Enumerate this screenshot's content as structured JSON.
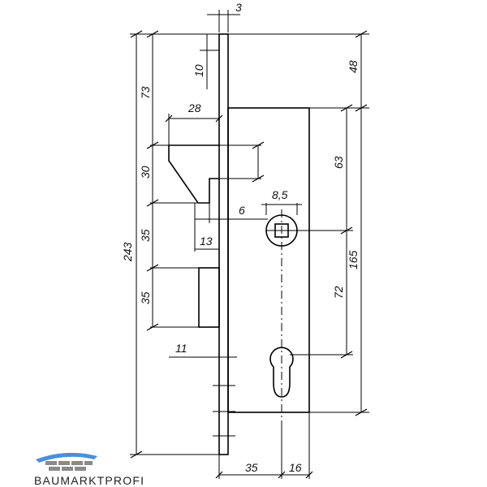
{
  "dimensions": {
    "d3": "3",
    "d10": "10",
    "d48": "48",
    "d73": "73",
    "d28": "28",
    "d63": "63",
    "d30": "30",
    "d8_5": "8,5",
    "d6": "6",
    "d35a": "35",
    "d13": "13",
    "d243": "243",
    "d165": "165",
    "d35b": "35",
    "d72": "72",
    "d11": "11",
    "d35c": "35",
    "d16": "16"
  },
  "logo": {
    "text": "BAUMARKTPROFI",
    "colors": {
      "blue": "#4a90d9",
      "gray": "#8a8a8a"
    }
  },
  "colors": {
    "line": "#000000",
    "background": "#ffffff"
  }
}
